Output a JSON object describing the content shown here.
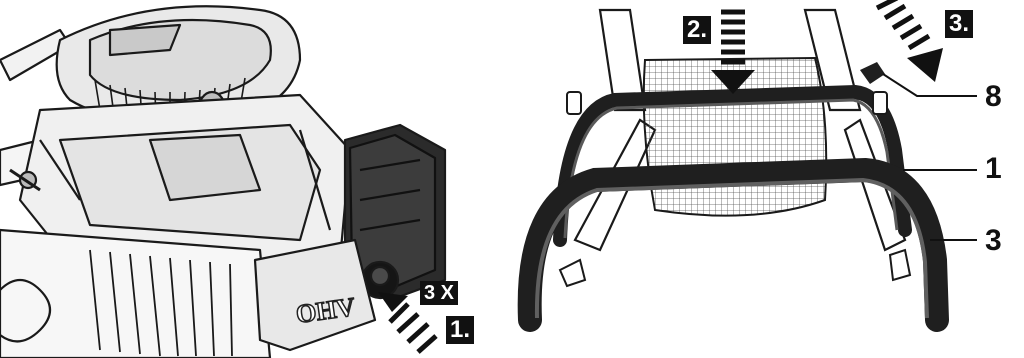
{
  "left_figure": {
    "engine_badge": "OHV",
    "step_primer": "1.",
    "press_count": "3 X"
  },
  "right_figure": {
    "step_push": "2.",
    "step_rear": "3.",
    "callouts": [
      "8",
      "1",
      "3"
    ]
  }
}
